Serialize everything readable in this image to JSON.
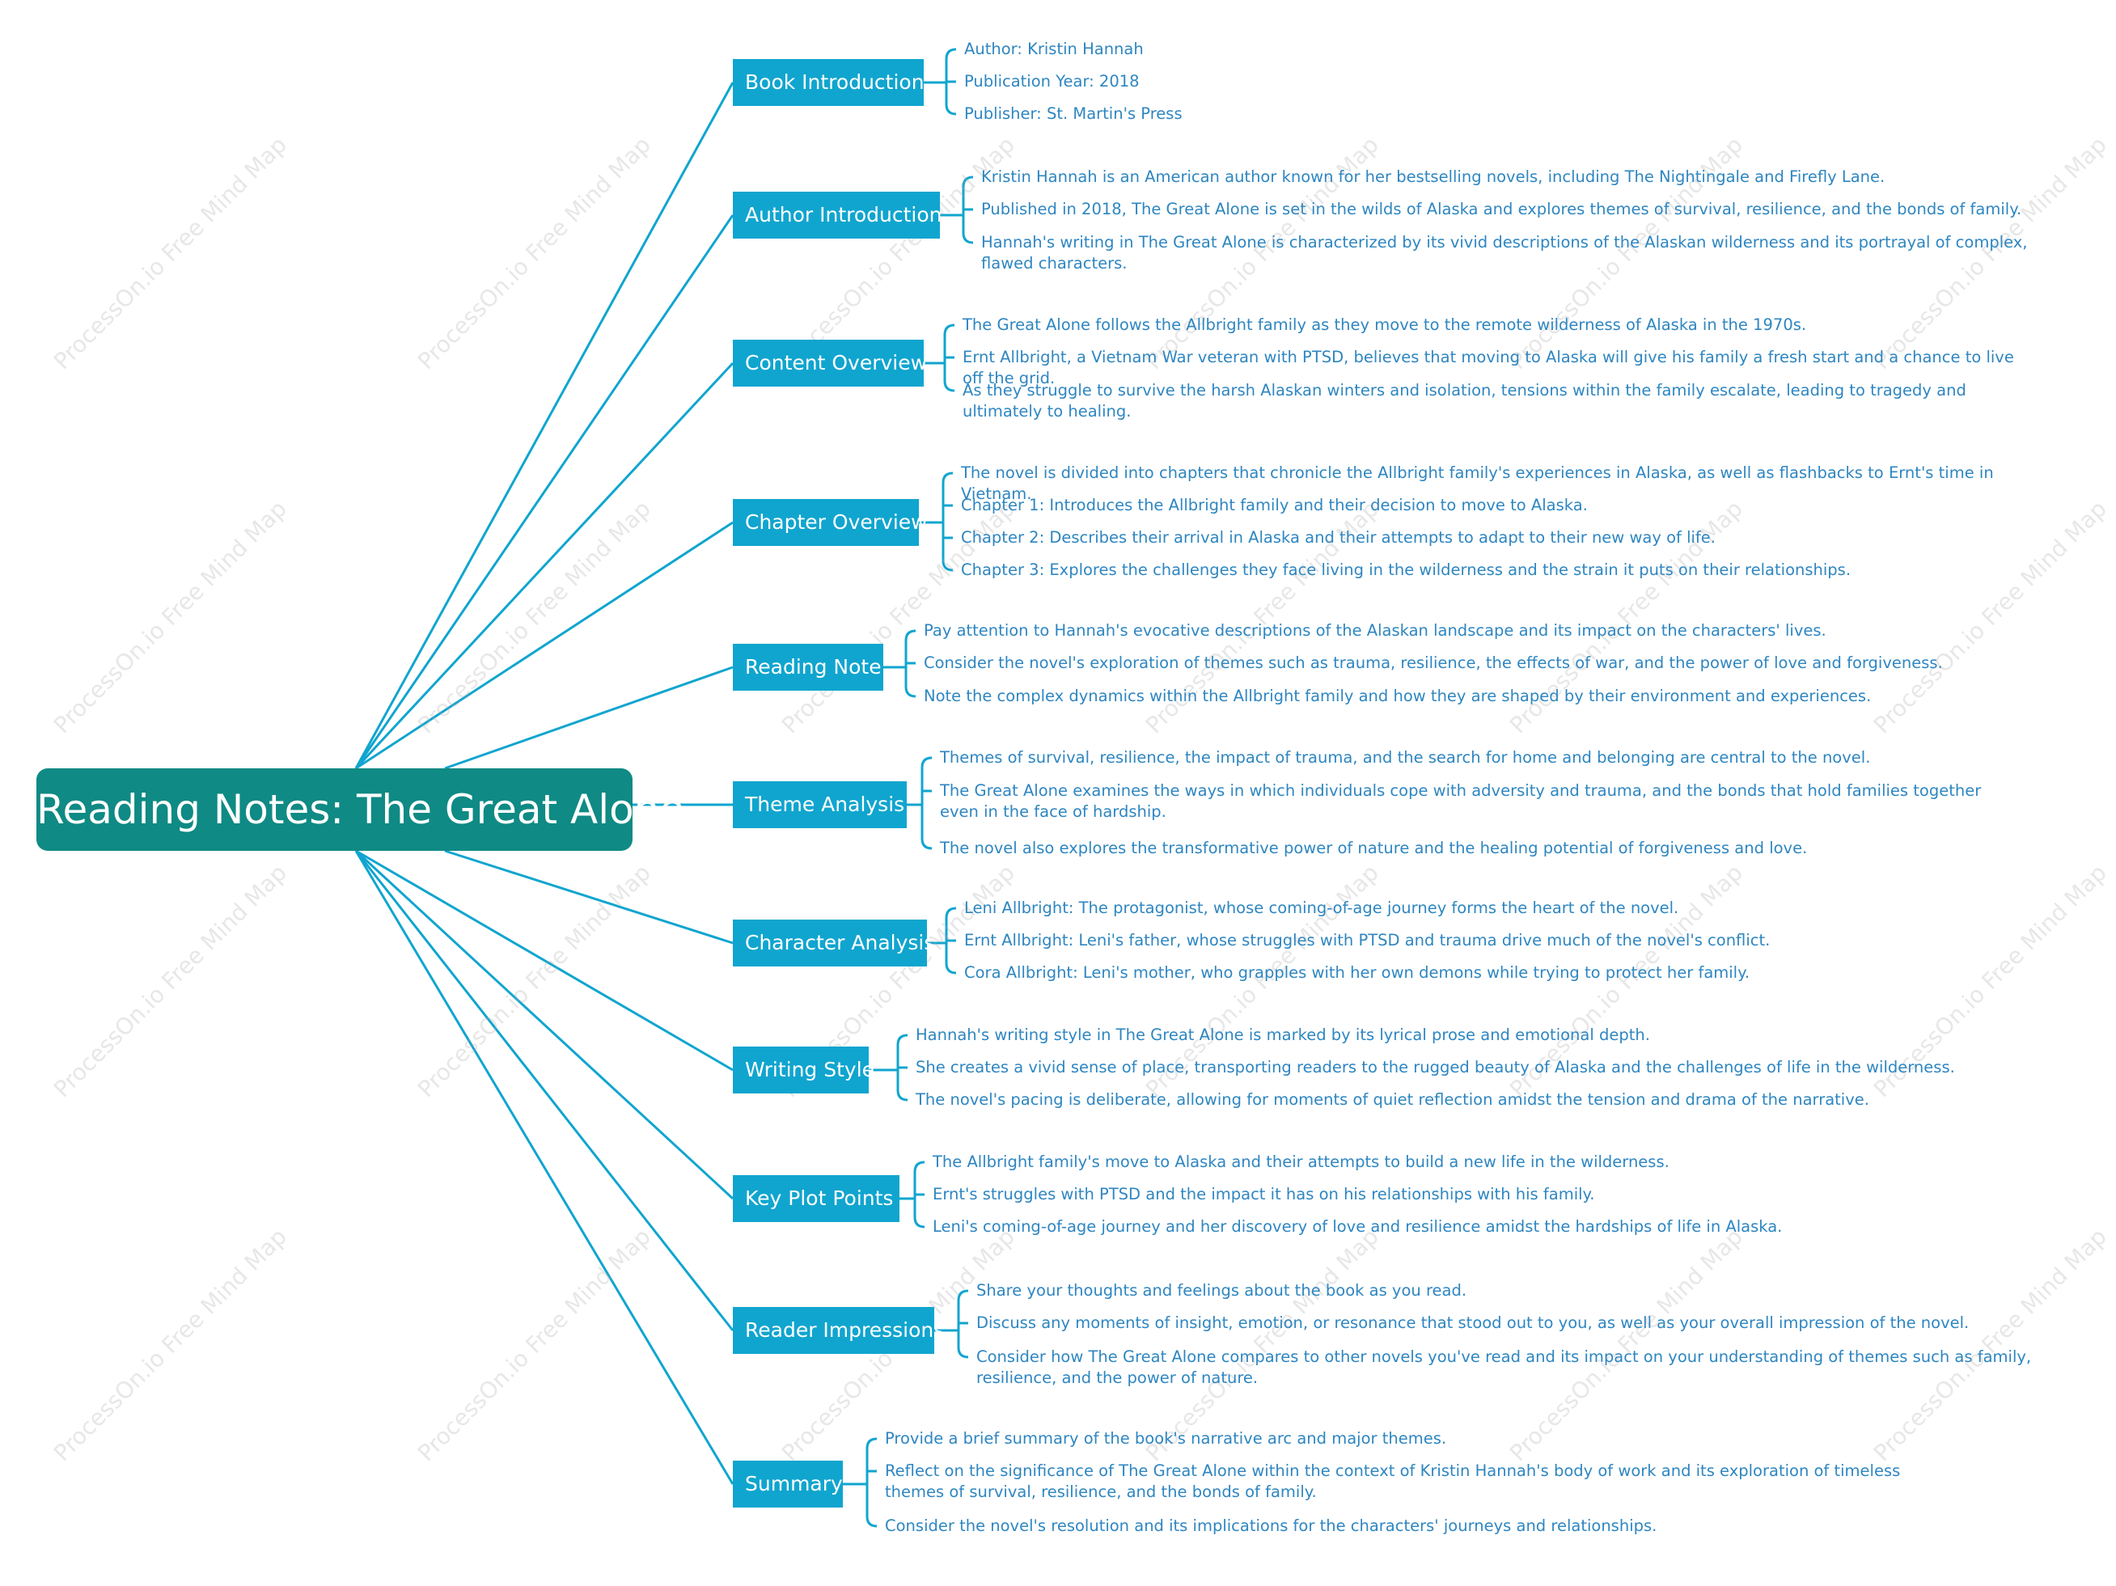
{
  "root": {
    "title": "Reading Notes: The Great Alone"
  },
  "watermark": "ProcessOn.io Free Mind Map",
  "colors": {
    "root": "#0f8a84",
    "branch": "#10a5cf",
    "line": "#10a5cf",
    "leaf_text": "#2e86c1"
  },
  "branches": [
    {
      "label": "Book Introduction",
      "leaves": [
        "Author: Kristin Hannah",
        "Publication Year: 2018",
        "Publisher: St. Martin's Press"
      ]
    },
    {
      "label": "Author Introduction",
      "leaves": [
        "Kristin Hannah is an American author known for her bestselling novels, including The Nightingale and Firefly Lane.",
        "Published in 2018, The Great Alone is set in the wilds of Alaska and explores themes of survival, resilience, and the bonds of family.",
        "Hannah's writing in The Great Alone is characterized by its vivid descriptions of the Alaskan wilderness and its portrayal of complex, flawed characters."
      ]
    },
    {
      "label": "Content Overview",
      "leaves": [
        "The Great Alone follows the Allbright family as they move to the remote wilderness of Alaska in the 1970s.",
        "Ernt Allbright, a Vietnam War veteran with PTSD, believes that moving to Alaska will give his family a fresh start and a chance to live off the grid.",
        "As they struggle to survive the harsh Alaskan winters and isolation, tensions within the family escalate, leading to tragedy and ultimately to healing."
      ]
    },
    {
      "label": "Chapter Overview",
      "leaves": [
        "The novel is divided into chapters that chronicle the Allbright family's experiences in Alaska, as well as flashbacks to Ernt's time in Vietnam.",
        "Chapter 1: Introduces the Allbright family and their decision to move to Alaska.",
        "Chapter 2: Describes their arrival in Alaska and their attempts to adapt to their new way of life.",
        "Chapter 3: Explores the challenges they face living in the wilderness and the strain it puts on their relationships."
      ]
    },
    {
      "label": "Reading Note",
      "leaves": [
        "Pay attention to Hannah's evocative descriptions of the Alaskan landscape and its impact on the characters' lives.",
        "Consider the novel's exploration of themes such as trauma, resilience, the effects of war, and the power of love and forgiveness.",
        "Note the complex dynamics within the Allbright family and how they are shaped by their environment and experiences."
      ]
    },
    {
      "label": "Theme Analysis",
      "leaves": [
        "Themes of survival, resilience, the impact of trauma, and the search for home and belonging are central to the novel.",
        "The Great Alone examines the ways in which individuals cope with adversity and trauma, and the bonds that hold families together even in the face of hardship.",
        "The novel also explores the transformative power of nature and the healing potential of forgiveness and love."
      ]
    },
    {
      "label": "Character Analysis",
      "leaves": [
        "Leni Allbright: The protagonist, whose coming-of-age journey forms the heart of the novel.",
        "Ernt Allbright: Leni's father, whose struggles with PTSD and trauma drive much of the novel's conflict.",
        "Cora Allbright: Leni's mother, who grapples with her own demons while trying to protect her family."
      ]
    },
    {
      "label": "Writing Style",
      "leaves": [
        "Hannah's writing style in The Great Alone is marked by its lyrical prose and emotional depth.",
        "She creates a vivid sense of place, transporting readers to the rugged beauty of Alaska and the challenges of life in the wilderness.",
        "The novel's pacing is deliberate, allowing for moments of quiet reflection amidst the tension and drama of the narrative."
      ]
    },
    {
      "label": "Key Plot Points",
      "leaves": [
        "The Allbright family's move to Alaska and their attempts to build a new life in the wilderness.",
        "Ernt's struggles with PTSD and the impact it has on his relationships with his family.",
        "Leni's coming-of-age journey and her discovery of love and resilience amidst the hardships of life in Alaska."
      ]
    },
    {
      "label": "Reader Impressions",
      "leaves": [
        "Share your thoughts and feelings about the book as you read.",
        "Discuss any moments of insight, emotion, or resonance that stood out to you, as well as your overall impression of the novel.",
        "Consider how The Great Alone compares to other novels you've read and its impact on your understanding of themes such as family, resilience, and the power of nature."
      ]
    },
    {
      "label": "Summary",
      "leaves": [
        "Provide a brief summary of the book's narrative arc and major themes.",
        "Reflect on the significance of The Great Alone within the context of Kristin Hannah's body of work and its exploration of timeless themes of survival, resilience, and the bonds of family.",
        "Consider the novel's resolution and its implications for the characters' journeys and relationships."
      ]
    }
  ]
}
